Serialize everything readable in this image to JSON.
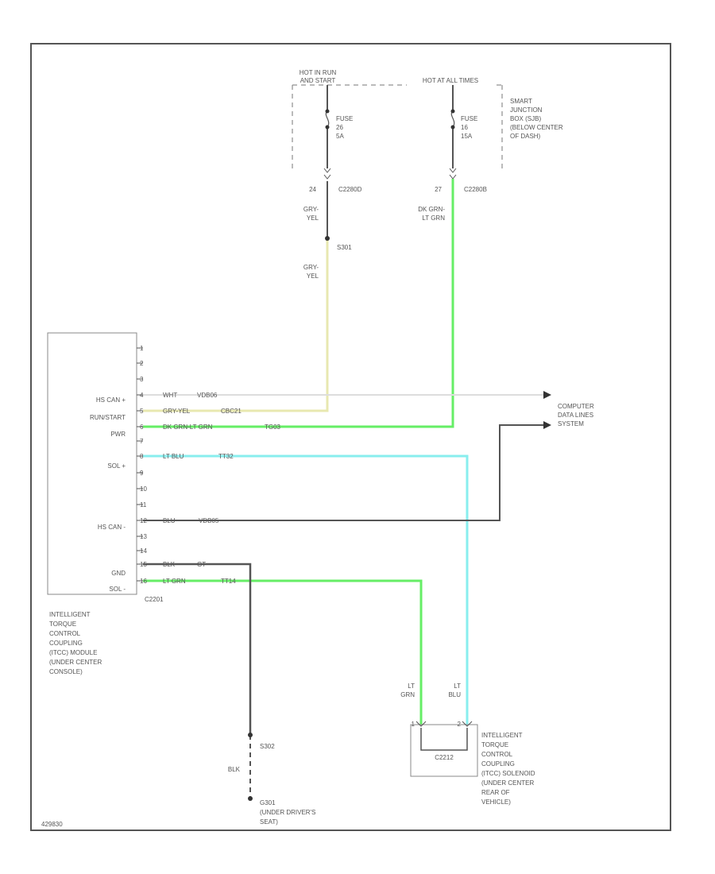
{
  "labels": {
    "hot_run_start": [
      "HOT IN RUN",
      "AND START"
    ],
    "hot_all_times": "HOT AT ALL TIMES",
    "sjb": [
      "SMART",
      "JUNCTION",
      "BOX (SJB)",
      "(BELOW CENTER",
      "OF DASH)"
    ],
    "fuse_left": [
      "FUSE",
      "26",
      "5A"
    ],
    "fuse_right": [
      "FUSE",
      "16",
      "15A"
    ],
    "pin_24": "24",
    "pin_27": "27",
    "conn_c2280d": "C2280D",
    "conn_c2280b": "C2280B",
    "wire_gry_yel_1": [
      "GRY-",
      "YEL"
    ],
    "wire_dkgrn_ltgrn": [
      "DK GRN-",
      "LT GRN"
    ],
    "splice_s301": "S301",
    "wire_gry_yel_2": [
      "GRY-",
      "YEL"
    ],
    "module_pins": [
      "1",
      "2",
      "3",
      "4",
      "5",
      "6",
      "7",
      "8",
      "9",
      "10",
      "11",
      "12",
      "13",
      "14",
      "15",
      "16"
    ],
    "pin_hs_can_plus": "HS CAN +",
    "pin_run_start": "RUN/START",
    "pin_pwr": "PWR",
    "pin_sol_plus": "SOL +",
    "pin_hs_can_minus": "HS CAN -",
    "pin_gnd": "GND",
    "pin_sol_minus": "SOL -",
    "w4_color": "WHT",
    "w4_circuit": "VDB06",
    "w5_color": "GRY-YEL",
    "w5_circuit": "CBC21",
    "w6_color": "DK GRN-LT GRN",
    "w6_circuit": "TG03",
    "w8_color": "LT BLU",
    "w8_circuit": "TT32",
    "w12_color": "BLU",
    "w12_circuit": "VDB05",
    "w15_color": "BLK",
    "w15_circuit": "GT",
    "w16_color": "LT GRN",
    "w16_circuit": "TT14",
    "module_connector": "C2201",
    "computer_data": [
      "COMPUTER",
      "DATA LINES",
      "SYSTEM"
    ],
    "module_desc": [
      "INTELLIGENT",
      "TORQUE",
      "CONTROL",
      "COUPLING",
      "(ITCC) MODULE",
      "(UNDER CENTER",
      "CONSOLE)"
    ],
    "sol_wire_lt_grn": [
      "LT",
      "GRN"
    ],
    "sol_wire_lt_blu": [
      "LT",
      "BLU"
    ],
    "sol_pin_1": "1",
    "sol_pin_2": "2",
    "sol_connector": "C2212",
    "solenoid_desc": [
      "INTELLIGENT",
      "TORQUE",
      "CONTROL",
      "COUPLING",
      "(ITCC) SOLENOID",
      "(UNDER CENTER",
      "REAR OF",
      "VEHICLE)"
    ],
    "splice_s302": "S302",
    "ground_wire_blk": "BLK",
    "ground_g301": [
      "G301",
      "(UNDER DRIVER'S",
      "SEAT)"
    ],
    "diagram_code": "429830"
  },
  "colors": {
    "border": "#555555",
    "wire_default": "#555555",
    "wire_gry_yel": "#e8e8b0",
    "wire_green": "#66ee66",
    "wire_blue": "#88eeee",
    "wire_white": "#dddddd",
    "wire_black": "#555555"
  }
}
